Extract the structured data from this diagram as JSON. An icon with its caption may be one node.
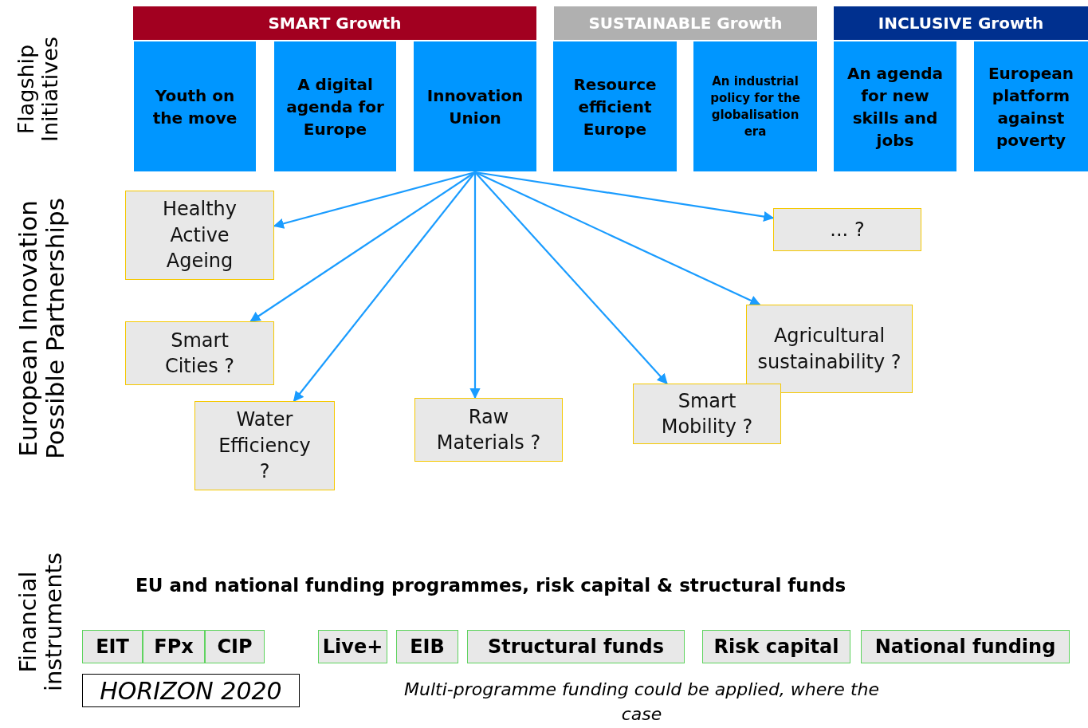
{
  "diagram": {
    "nodes": [
      {
        "text": [
          "SMART Growth"
        ]
      },
      {
        "text": [
          "SUSTAINABLE Growth"
        ]
      },
      {
        "text": [
          "INCLUSIVE Growth"
        ]
      },
      {
        "text": [
          "Youth on the move"
        ]
      },
      {
        "text": [
          "A digital agenda for Europe"
        ]
      },
      {
        "text": [
          "Innovation Union"
        ]
      },
      {
        "text": [
          "Resource efficient Europe"
        ]
      },
      {
        "text": [
          "An industrial policy for the globalisation era"
        ]
      },
      {
        "text": [
          "An agenda for new skills and jobs"
        ]
      },
      {
        "text": [
          "European platform against poverty"
        ]
      },
      {
        "text": [
          "Healthy Active Ageing"
        ]
      },
      {
        "text": [
          "... ?"
        ]
      },
      {
        "text": [
          "Smart Cities ?"
        ]
      },
      {
        "text": [
          "Agricultural sustainability ?"
        ]
      },
      {
        "text": [
          "Water Efficiency ?"
        ]
      },
      {
        "text": [
          "Raw Materials ?"
        ]
      },
      {
        "text": [
          "Smart Mobility ?"
        ]
      },
      {
        "text": [
          "EIT"
        ]
      },
      {
        "text": [
          "FPx"
        ]
      },
      {
        "text": [
          "CIP"
        ]
      },
      {
        "text": [
          "HORIZON 2020"
        ]
      },
      {
        "text": [
          "Live+"
        ]
      },
      {
        "text": [
          "EIB"
        ]
      },
      {
        "text": [
          "Structural funds"
        ]
      },
      {
        "text": [
          "Risk capital"
        ]
      },
      {
        "text": [
          "National funding"
        ]
      }
    ],
    "edges": [
      {
        "from": 5,
        "to": 10,
        "arrow": "to"
      },
      {
        "from": 5,
        "to": 12,
        "arrow": "to"
      },
      {
        "from": 5,
        "to": 14,
        "arrow": "to"
      },
      {
        "from": 5,
        "to": 15,
        "arrow": "to"
      },
      {
        "from": 5,
        "to": 16,
        "arrow": "to"
      },
      {
        "from": 5,
        "to": 13,
        "arrow": "to"
      },
      {
        "from": 5,
        "to": 11,
        "arrow": "to"
      }
    ],
    "labels": [
      "Flagship Initiatives",
      "European Innovation Possible Partnerships",
      "Financial instruments",
      "EU and national funding programmes, risk capital & structural funds",
      "Multi-programme funding could be applied, where the case"
    ]
  }
}
